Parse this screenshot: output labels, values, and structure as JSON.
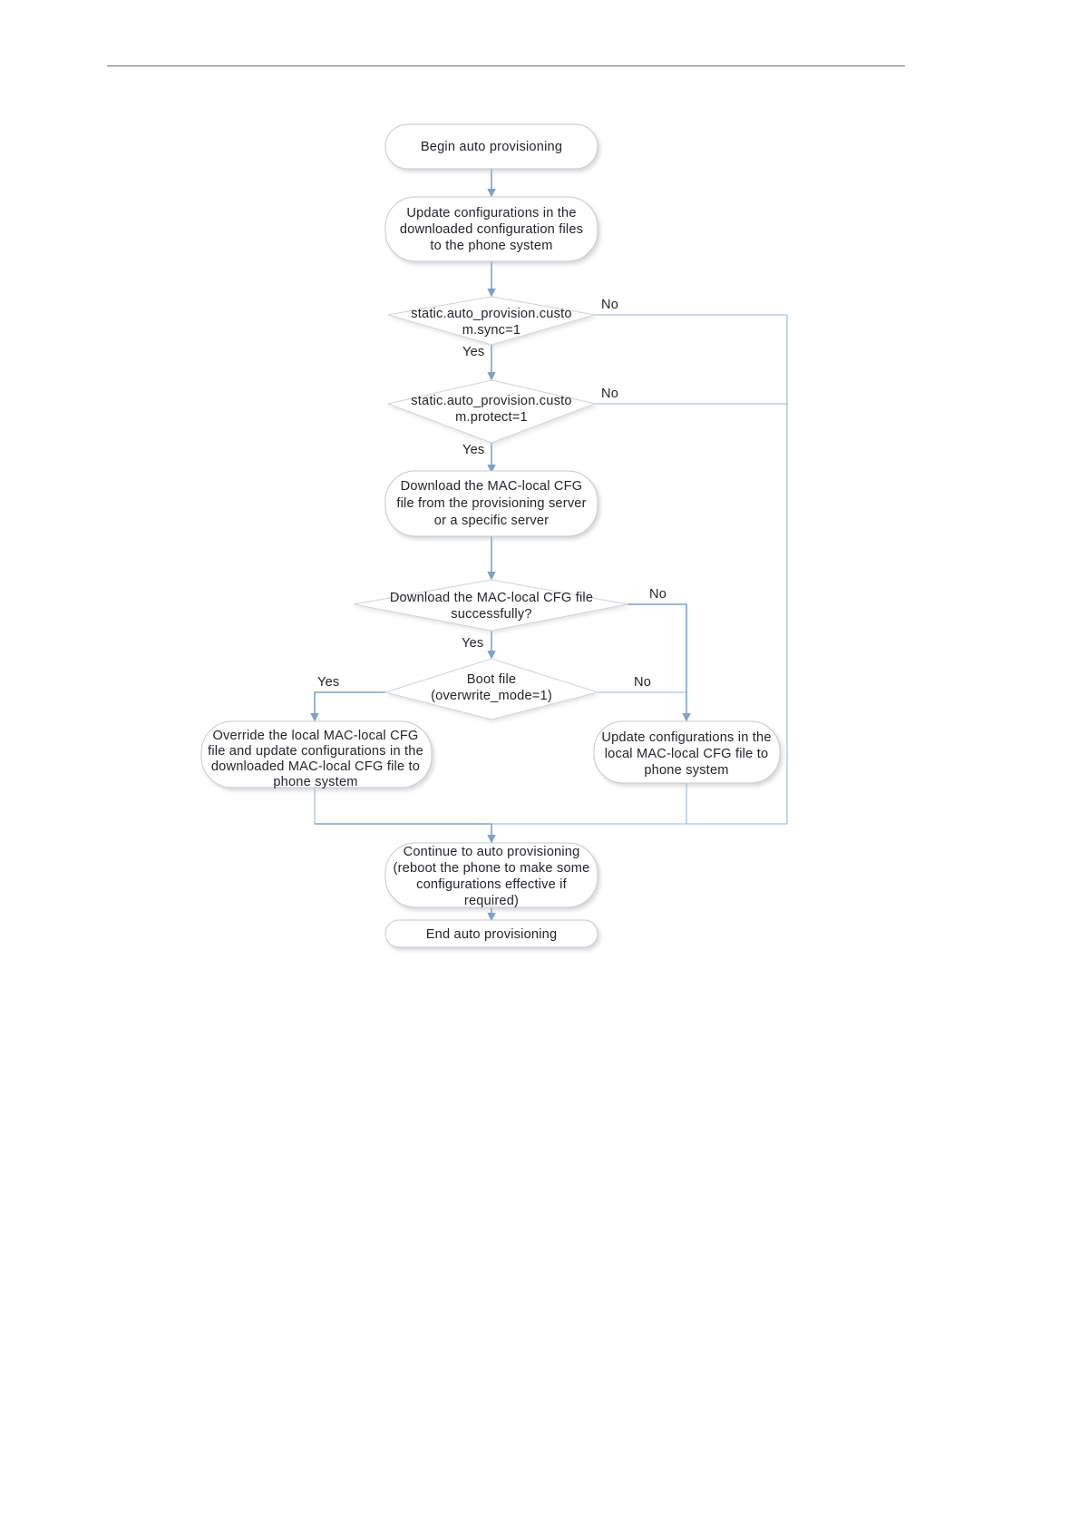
{
  "document": {
    "title": "Auto provisioning custom sync flowchart",
    "header_rule": true
  },
  "colors": {
    "connector": "#7fa2c6",
    "connector_thin": "#9ab6d4",
    "node_border": "#c6c9ce",
    "diamond_border": "#cfd3d8",
    "node_fill": "#ffffff",
    "text": "#22252a",
    "rule": "#8c8c8c"
  },
  "chart_data": {
    "type": "diagram",
    "title": "Auto provisioning custom sync flowchart",
    "nodes": [
      {
        "id": "begin",
        "shape": "terminator",
        "lines": [
          "Begin auto provisioning"
        ]
      },
      {
        "id": "update_cfg",
        "shape": "process",
        "lines": [
          "Update configurations in the",
          "downloaded configuration files",
          "to the phone system"
        ]
      },
      {
        "id": "sync",
        "shape": "decision",
        "lines": [
          "static.auto_provision.custo",
          "m.sync=1"
        ]
      },
      {
        "id": "protect",
        "shape": "decision",
        "lines": [
          "static.auto_provision.custo",
          "m.protect=1"
        ]
      },
      {
        "id": "download",
        "shape": "process",
        "lines": [
          "Download the MAC-local CFG",
          "file from the provisioning server",
          "or a specific server"
        ]
      },
      {
        "id": "dl_ok",
        "shape": "decision",
        "lines": [
          "Download the MAC-local CFG file",
          "successfully?"
        ]
      },
      {
        "id": "boot_file",
        "shape": "decision",
        "lines": [
          "Boot file",
          "(overwrite_mode=1)"
        ]
      },
      {
        "id": "override",
        "shape": "process",
        "lines": [
          "Override the local MAC-local CFG",
          "file and update configurations in the",
          "downloaded MAC-local CFG file to",
          "phone system"
        ]
      },
      {
        "id": "update_local",
        "shape": "process",
        "lines": [
          "Update configurations in the",
          "local MAC-local CFG file to",
          "phone system"
        ]
      },
      {
        "id": "continue",
        "shape": "process",
        "lines": [
          "Continue to auto provisioning",
          "(reboot the phone to make some",
          "configurations effective if",
          "required)"
        ]
      },
      {
        "id": "end",
        "shape": "terminator",
        "lines": [
          "End auto provisioning"
        ]
      }
    ],
    "edge_labels": {
      "sync_no": "No",
      "sync_yes": "Yes",
      "protect_no": "No",
      "protect_yes": "Yes",
      "dl_ok_no": "No",
      "dl_ok_yes": "Yes",
      "boot_yes": "Yes",
      "boot_no": "No"
    },
    "edges": [
      {
        "from": "begin",
        "to": "update_cfg",
        "label": ""
      },
      {
        "from": "update_cfg",
        "to": "sync",
        "label": ""
      },
      {
        "from": "sync",
        "to": "protect",
        "label": "Yes"
      },
      {
        "from": "sync",
        "to": "continue",
        "label": "No"
      },
      {
        "from": "protect",
        "to": "download",
        "label": "Yes"
      },
      {
        "from": "protect",
        "to": "continue",
        "label": "No"
      },
      {
        "from": "download",
        "to": "dl_ok",
        "label": ""
      },
      {
        "from": "dl_ok",
        "to": "boot_file",
        "label": "Yes"
      },
      {
        "from": "dl_ok",
        "to": "update_local",
        "label": "No"
      },
      {
        "from": "boot_file",
        "to": "override",
        "label": "Yes"
      },
      {
        "from": "boot_file",
        "to": "update_local",
        "label": "No"
      },
      {
        "from": "override",
        "to": "continue",
        "label": ""
      },
      {
        "from": "update_local",
        "to": "continue",
        "label": ""
      },
      {
        "from": "continue",
        "to": "end",
        "label": ""
      }
    ]
  },
  "nodes": {
    "begin": {
      "l1": "Begin auto provisioning"
    },
    "update_cfg": {
      "l1": "Update configurations in the",
      "l2": "downloaded configuration files",
      "l3": "to the phone system"
    },
    "sync": {
      "l1": "static.auto_provision.custo",
      "l2": "m.sync=1"
    },
    "protect": {
      "l1": "static.auto_provision.custo",
      "l2": "m.protect=1"
    },
    "download": {
      "l1": "Download the MAC-local CFG",
      "l2": "file from the provisioning server",
      "l3": "or a specific server"
    },
    "dl_ok": {
      "l1": "Download the MAC-local CFG file",
      "l2": "successfully?"
    },
    "boot_file": {
      "l1": "Boot file",
      "l2": "(overwrite_mode=1)"
    },
    "override": {
      "l1": "Override the local MAC-local CFG",
      "l2": "file and update configurations in the",
      "l3": "downloaded MAC-local CFG file to",
      "l4": "phone system"
    },
    "update_local": {
      "l1": "Update configurations in the",
      "l2": "local MAC-local CFG file to",
      "l3": "phone system"
    },
    "continue": {
      "l1": "Continue to auto provisioning",
      "l2": "(reboot the phone to make some",
      "l3": "configurations effective if",
      "l4": "required)"
    },
    "end": {
      "l1": "End auto provisioning"
    }
  },
  "labels": {
    "sync_no": "No",
    "sync_yes": "Yes",
    "protect_no": "No",
    "protect_yes": "Yes",
    "dl_ok_no": "No",
    "dl_ok_yes": "Yes",
    "boot_yes": "Yes",
    "boot_no": "No"
  }
}
